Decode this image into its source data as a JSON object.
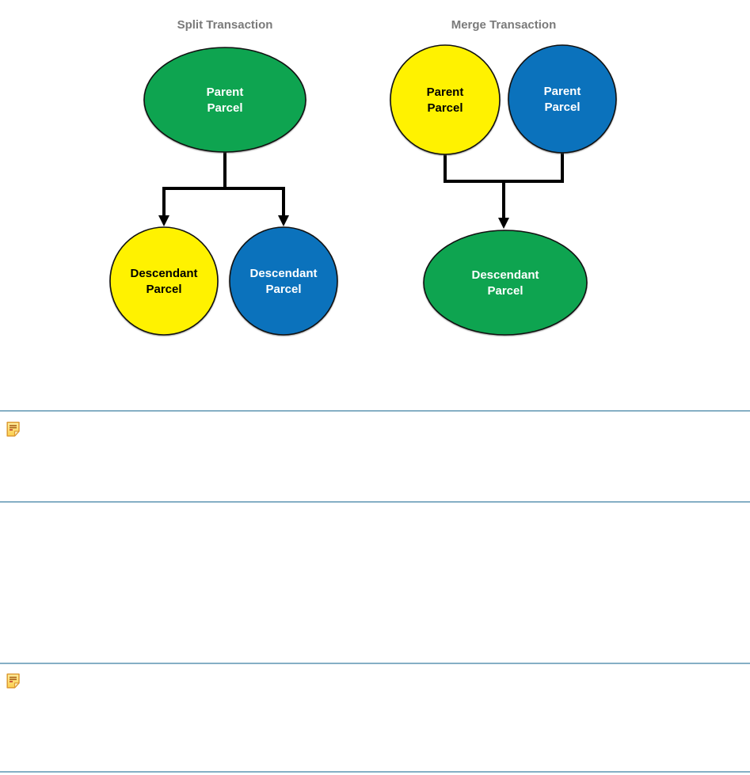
{
  "split": {
    "title": "Split Transaction",
    "parent": {
      "line1": "Parent",
      "line2": "Parcel"
    },
    "descendant_left": {
      "line1": "Descendant",
      "line2": "Parcel"
    },
    "descendant_right": {
      "line1": "Descendant",
      "line2": "Parcel"
    }
  },
  "merge": {
    "title": "Merge Transaction",
    "parent_left": {
      "line1": "Parent",
      "line2": "Parcel"
    },
    "parent_right": {
      "line1": "Parent",
      "line2": "Parcel"
    },
    "descendant": {
      "line1": "Descendant",
      "line2": "Parcel"
    }
  },
  "icons": {
    "note_1": "note-icon",
    "note_2": "note-icon"
  },
  "colors": {
    "green": "#0EA450",
    "yellow": "#FFF200",
    "blue": "#0B72BC",
    "connector": "#000000",
    "title_text": "#7A7A7A",
    "label_light": "#FFFFFF",
    "label_dark": "#000000",
    "divider": "#85AFC5"
  }
}
